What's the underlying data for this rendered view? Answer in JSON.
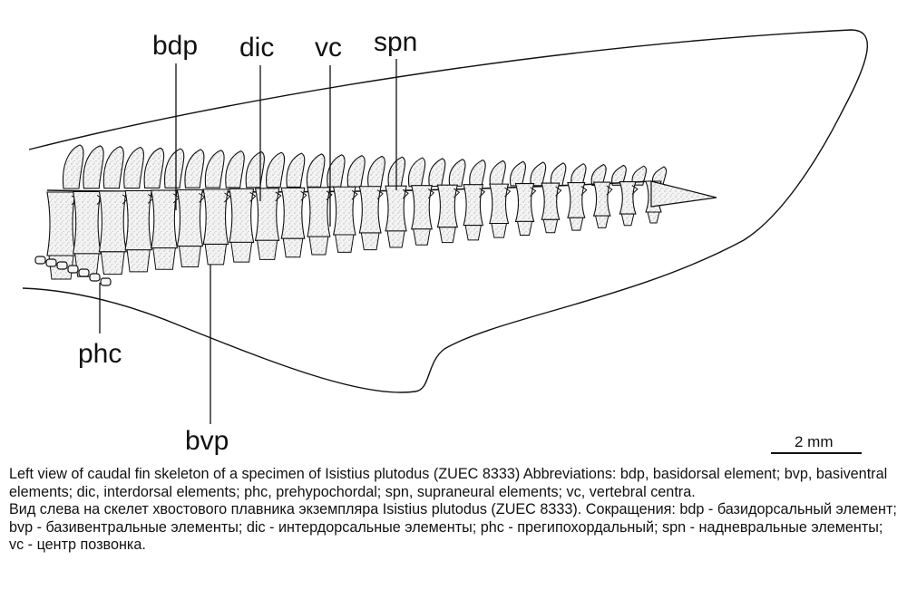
{
  "figure": {
    "labels": {
      "bdp": "bdp",
      "dic": "dic",
      "vc": "vc",
      "spn": "spn",
      "phc": "phc",
      "bvp": "bvp"
    },
    "scale_bar": "2 mm",
    "colors": {
      "ink": "#111111",
      "stipple": "#c8c8c8",
      "bone_fill": "#f2f2f2"
    }
  },
  "caption": {
    "english": "Left view of caudal fin skeleton of a specimen of Isistius plutodus (ZUEC 8333) Abbreviations: bdp, basidorsal element; bvp, basiventral elements; dic, interdorsal elements; phc, prehypochordal; spn, supraneural elements; vc, vertebral centra.",
    "russian": "Вид слева на скелет хвостового плавника экземпляра Isistius plutodus (ZUEC 8333). Сокращения: bdp - базидорсальный элемент; bvp - базивентральные элементы; dic - интердорсальные элементы; phc - прегипохордальный; spn - надневральные элементы; vc - центр позвонка."
  }
}
